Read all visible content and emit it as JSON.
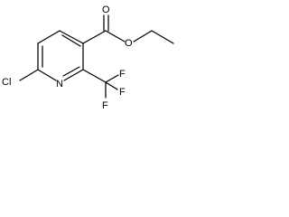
{
  "molecule": {
    "atom_labels": {
      "chlorine": "Cl",
      "ring_nitrogen": "N",
      "carbonyl_oxygen": "O",
      "ester_oxygen": "O",
      "fluorine_top": "F",
      "fluorine_right": "F",
      "fluorine_bottom": "F"
    }
  }
}
